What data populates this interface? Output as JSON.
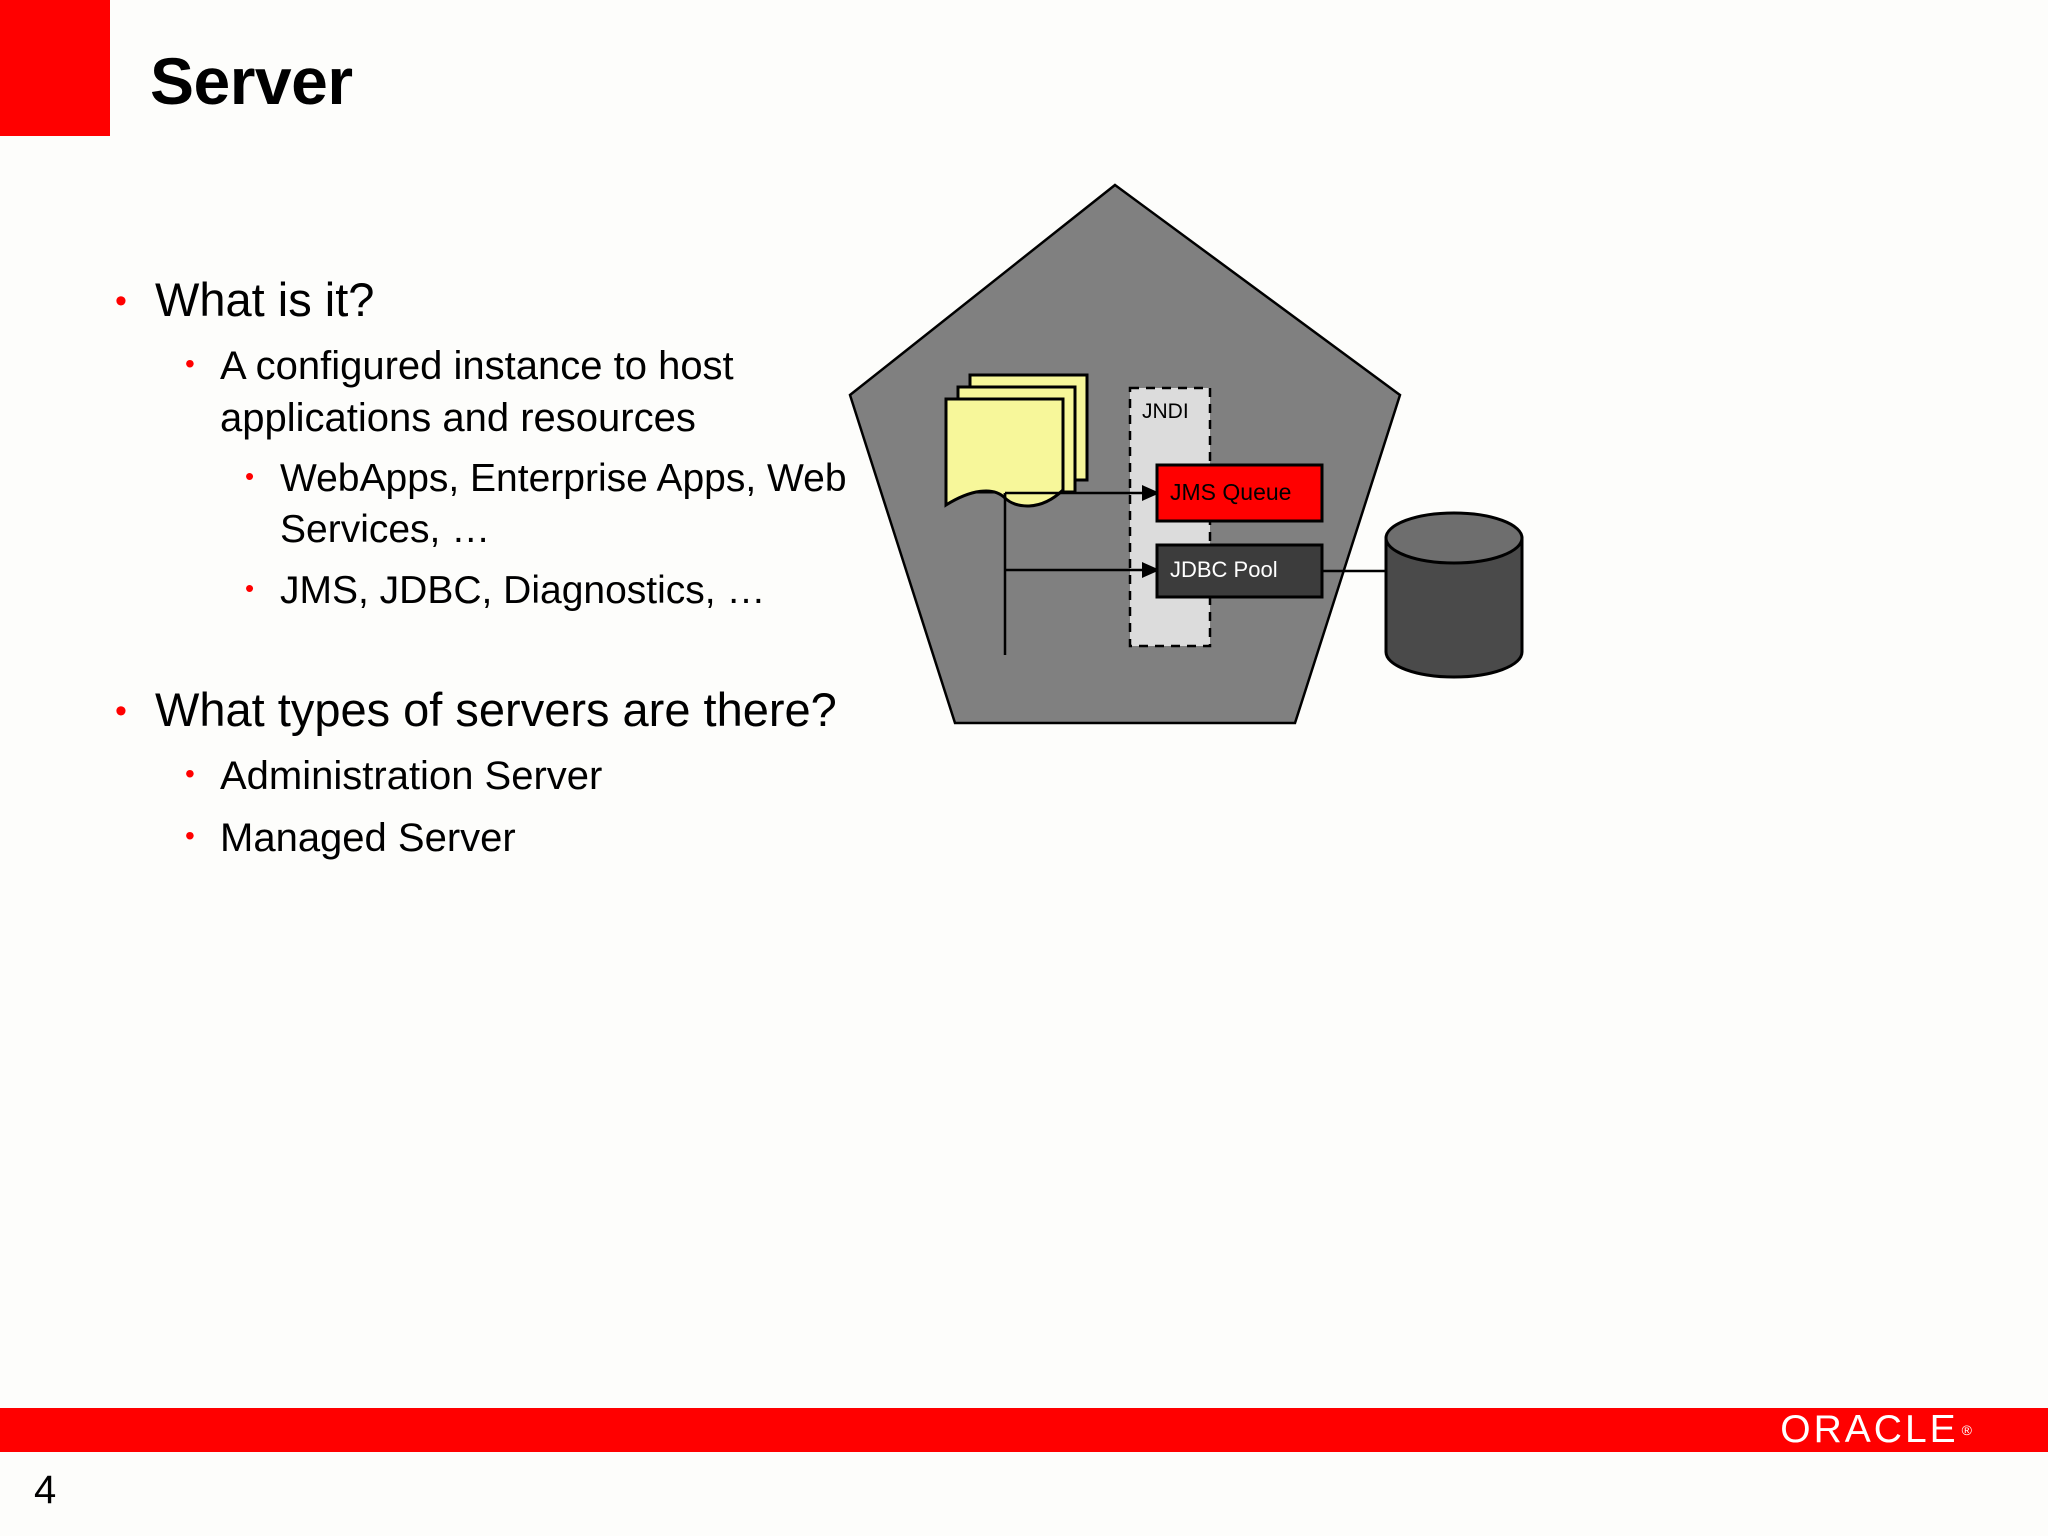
{
  "slide": {
    "title": "Server",
    "page_number": "4",
    "accent_color": "#ff0000",
    "background_color": "#ffffff"
  },
  "bullets": [
    {
      "level": 1,
      "text": "What is it?"
    },
    {
      "level": 2,
      "text": "A configured instance to host applications and resources"
    },
    {
      "level": 3,
      "text": "WebApps, Enterprise Apps, Web Services, …"
    },
    {
      "level": 3,
      "text": "JMS, JDBC, Diagnostics, …"
    },
    {
      "level": 1,
      "text": "What types of servers are there?"
    },
    {
      "level": 2,
      "text": "Administration Server"
    },
    {
      "level": 2,
      "text": "Managed Server"
    }
  ],
  "diagram": {
    "server_shape_label": "pentagon-server",
    "server_fill": "#808080",
    "apps_stack_label": "applications",
    "apps_fill": "#f7f79a",
    "jndi": {
      "label": "JNDI",
      "fill": "#dcdcdc"
    },
    "jms_queue": {
      "label": "JMS Queue",
      "fill": "#ff0000",
      "text_color": "#000000"
    },
    "jdbc_pool": {
      "label": "JDBC Pool",
      "fill": "#3c3c3c",
      "text_color": "#ffffff"
    },
    "database": {
      "label": "database-cylinder",
      "body_fill": "#4a4a4a",
      "top_fill": "#6e6e6e"
    }
  },
  "footer": {
    "brand": "ORACLE",
    "registered_mark": "®",
    "bar_color": "#ff0000"
  }
}
